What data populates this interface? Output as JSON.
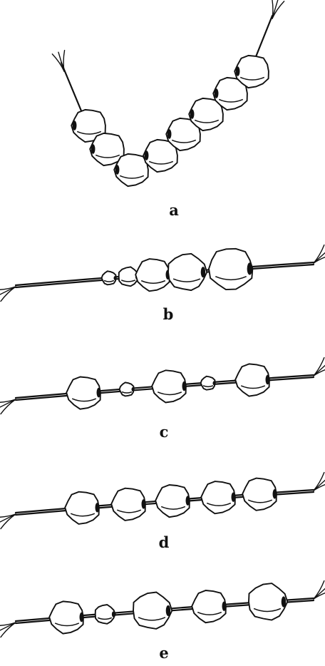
{
  "panels": [
    {
      "label": "a",
      "beads": [
        "medium",
        "medium",
        "medium",
        "medium",
        "medium",
        "medium",
        "medium",
        "medium"
      ]
    },
    {
      "label": "b",
      "beads": [
        "tiny",
        "small",
        "medium",
        "large",
        "xlarge"
      ]
    },
    {
      "label": "c",
      "beads": [
        "medium",
        "tiny",
        "medium",
        "tiny",
        "medium"
      ]
    },
    {
      "label": "d",
      "beads": [
        "medium",
        "medium",
        "medium",
        "medium",
        "medium"
      ]
    },
    {
      "label": "e",
      "beads": [
        "medium",
        "small",
        "large",
        "medium",
        "large"
      ]
    }
  ]
}
